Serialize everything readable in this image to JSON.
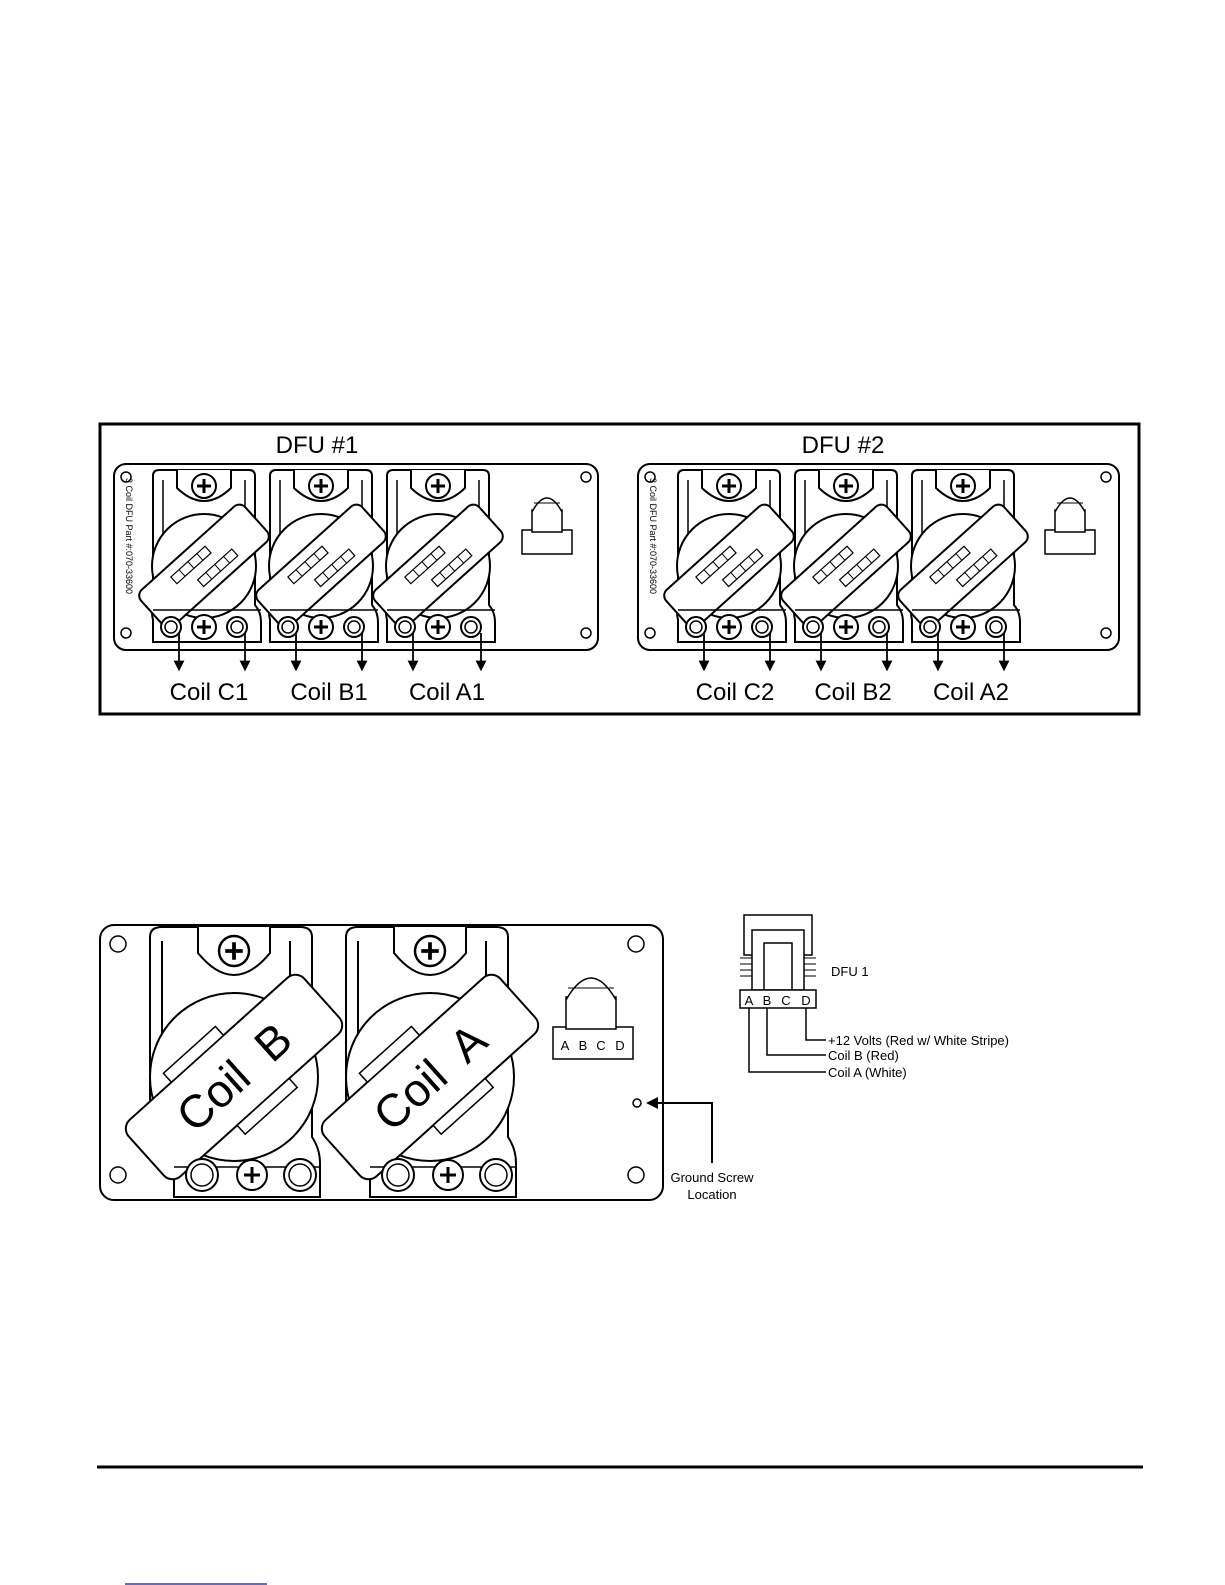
{
  "top_diagram": {
    "units": [
      {
        "title": "DFU #1",
        "part_label": "3 Coil DFU  Part #:070-33600",
        "coils": [
          "Coil C1",
          "Coil B1",
          "Coil A1"
        ]
      },
      {
        "title": "DFU #2",
        "part_label": "3 Coil DFU  Part #:070-33600",
        "coils": [
          "Coil C2",
          "Coil B2",
          "Coil A2"
        ]
      }
    ]
  },
  "bottom_diagram": {
    "coil_labels": [
      "Coil  B",
      "Coil  A"
    ],
    "connector_pins": [
      "A",
      "B",
      "C",
      "D"
    ],
    "ground_label_line1": "Ground Screw",
    "ground_label_line2": "Location"
  },
  "connector_diagram": {
    "title": "DFU 1",
    "pins": [
      "A",
      "B",
      "C",
      "D"
    ],
    "wires": [
      {
        "pin": "D",
        "label": "+12 Volts (Red w/ White Stripe)"
      },
      {
        "pin": "B",
        "label": "Coil B (Red)"
      },
      {
        "pin": "A",
        "label": "Coil A (White)"
      }
    ]
  },
  "colors": {
    "line": "#000000",
    "background": "#ffffff",
    "footer_link": "#2b35c8"
  }
}
